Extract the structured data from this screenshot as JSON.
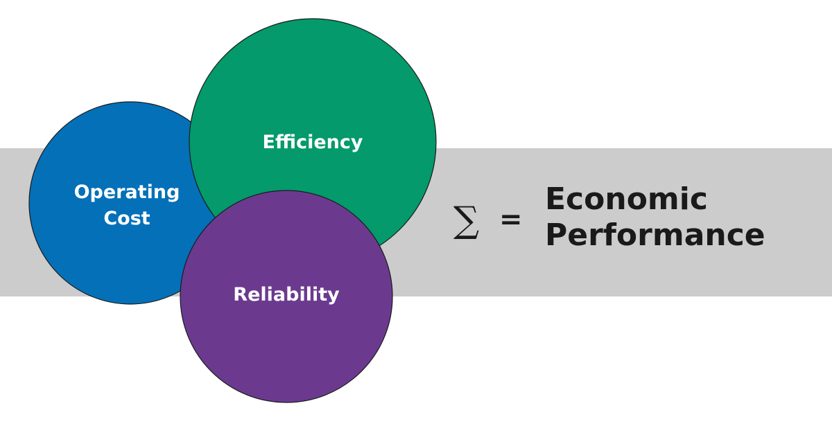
{
  "colors": {
    "background": "#ffffff",
    "band": "#cccccc",
    "operating_cost": "#0470b8",
    "efficiency": "#049a6b",
    "reliability": "#6b3a8f",
    "circle_stroke": "#1a1a1a",
    "text_dark": "#1a1a1a",
    "text_light": "#ffffff"
  },
  "circles": {
    "operating_cost": {
      "line1": "Operating",
      "line2": "Cost"
    },
    "efficiency": {
      "label": "Efficiency"
    },
    "reliability": {
      "label": "Reliability"
    }
  },
  "equation": {
    "sigma": "∑",
    "equals": "=",
    "result_line1": "Economic",
    "result_line2": "Performance"
  }
}
